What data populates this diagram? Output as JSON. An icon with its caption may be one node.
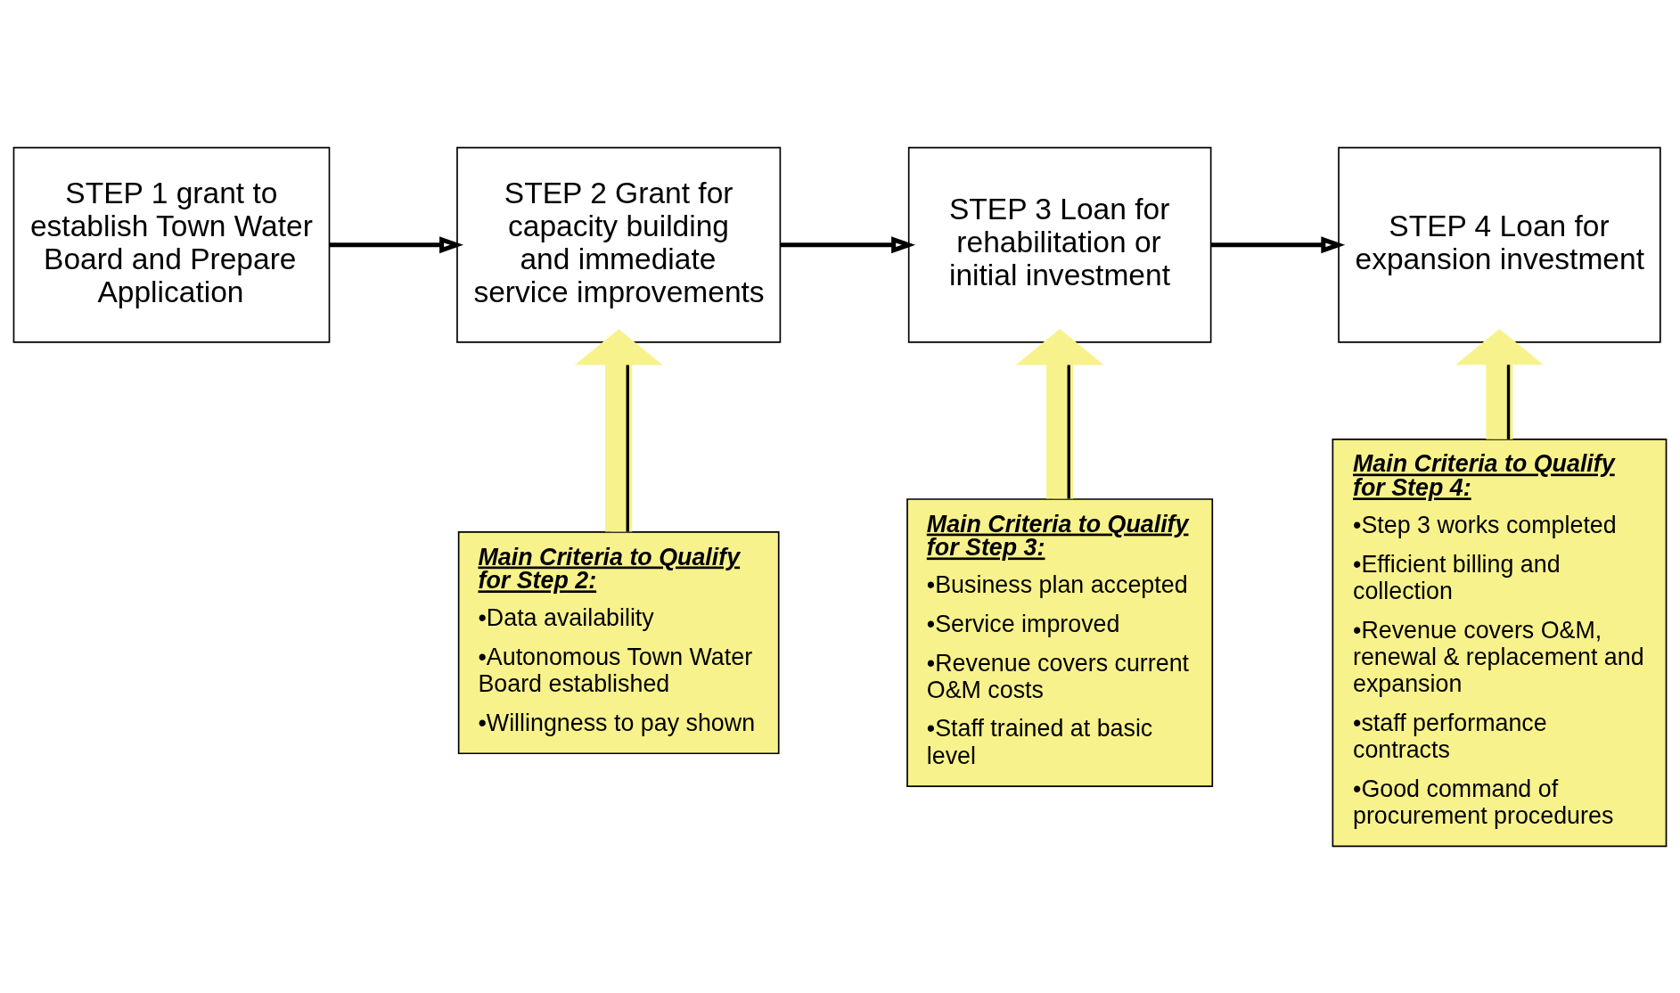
{
  "diagram": {
    "nodes": [
      {
        "text": [
          "STEP 1 grant to establish Town Water Board and Prepare Application"
        ]
      },
      {
        "text": [
          "STEP 2 Grant for capacity building and immediate service improvements"
        ]
      },
      {
        "text": [
          "STEP 3 Loan for rehabilitation or initial investment"
        ]
      },
      {
        "text": [
          "STEP 4 Loan for expansion investment"
        ]
      },
      {
        "text": [
          "Main Criteria to Qualify for Step 2:",
          "•Data availability",
          "•Autonomous Town Water Board established",
          "•Willingness to pay shown"
        ]
      },
      {
        "text": [
          "Main Criteria to Qualify for Step 3:",
          "•Business plan accepted",
          "•Service improved",
          "•Revenue covers current O&M costs",
          "•Staff trained at basic level"
        ]
      },
      {
        "text": [
          "Main Criteria to Qualify for Step 4:",
          "•Step 3 works completed",
          "•Efficient billing and collection",
          "•Revenue covers O&M, renewal & replacement and expansion",
          "•staff performance contracts",
          "•Good command of procurement procedures"
        ]
      }
    ],
    "edges": [
      {
        "from": 0,
        "to": 1,
        "arrow": "to"
      },
      {
        "from": 1,
        "to": 2,
        "arrow": "to"
      },
      {
        "from": 2,
        "to": 3,
        "arrow": "to"
      },
      {
        "from": 4,
        "to": 1,
        "arrow": "to",
        "style": "thick",
        "color": "#f8f28c"
      },
      {
        "from": 5,
        "to": 2,
        "arrow": "to",
        "style": "thick",
        "color": "#f8f28c"
      },
      {
        "from": 6,
        "to": 3,
        "arrow": "to",
        "style": "thick",
        "color": "#f8f28c"
      }
    ]
  }
}
